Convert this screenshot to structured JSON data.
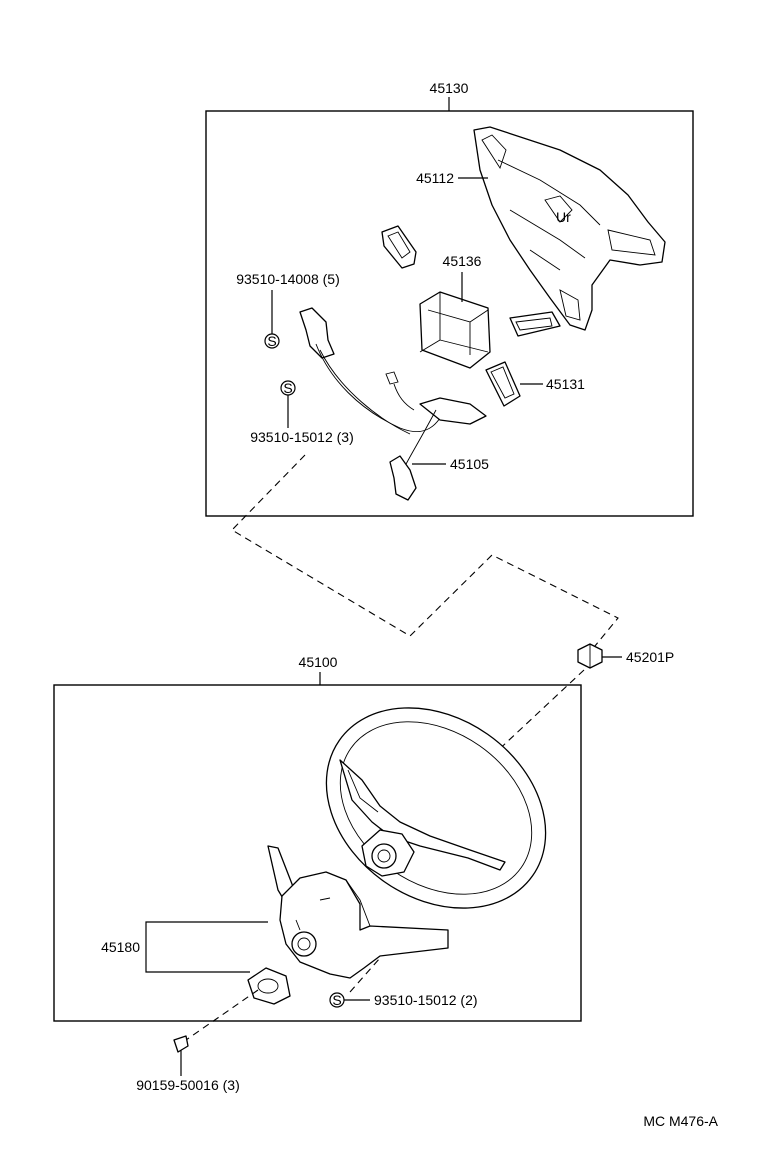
{
  "labels": {
    "assembly_upper": "45130",
    "pad": "45112",
    "holder": "45136",
    "screw_upper_a": "93510-14008 (5)",
    "screw_upper_b": "93510-15012 (3)",
    "button": "45131",
    "wire": "45105",
    "nut": "45201P",
    "assembly_lower": "45100",
    "cover": "45180",
    "screw_lower": "93510-15012 (2)",
    "bolt": "90159-50016 (3)",
    "diagram_code": "MC M476-A",
    "screw_mark": "S"
  }
}
